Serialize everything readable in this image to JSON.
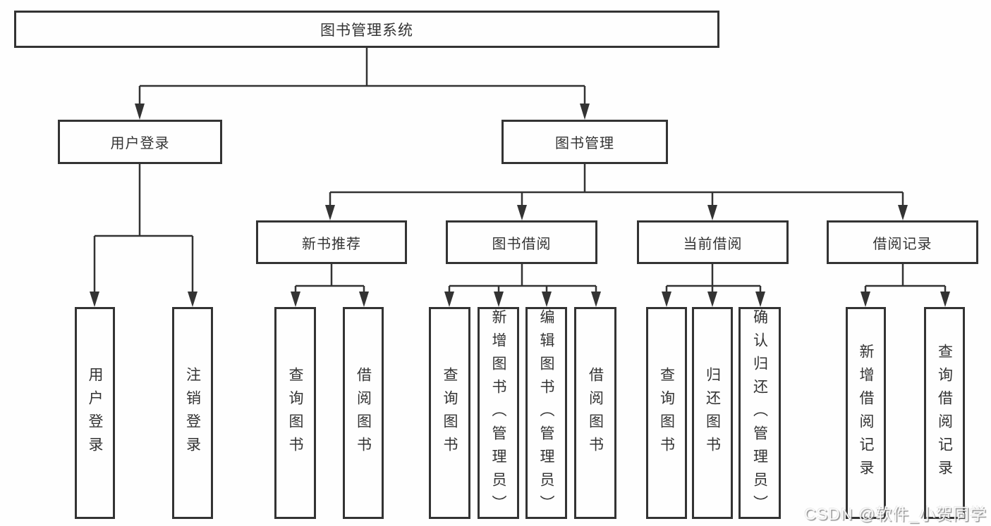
{
  "diagram": {
    "title": "图书管理系统",
    "level2": {
      "user_login": "用户登录",
      "book_management": "图书管理"
    },
    "level3": {
      "new_book": "新书推荐",
      "book_borrow": "图书借阅",
      "current_borrow": "当前借阅",
      "borrow_records": "借阅记录"
    },
    "leaves": {
      "login": [
        "用户登录",
        "注销登录"
      ],
      "new_book": [
        "查询图书",
        "借阅图书"
      ],
      "borrow": [
        "查询图书",
        "新增图书（管理员）",
        "编辑图书（管理员）",
        "借阅图书"
      ],
      "current": [
        "查询图书",
        "归还图书",
        "确认归还（管理员）"
      ],
      "records": [
        "新增借阅记录",
        "查询借阅记录"
      ]
    },
    "colors": {
      "line": "#333333",
      "box_border": "#333333",
      "text": "#333333",
      "background": "#fefefe"
    }
  },
  "watermark": {
    "text": "CSDN @软件_小贺同学"
  }
}
